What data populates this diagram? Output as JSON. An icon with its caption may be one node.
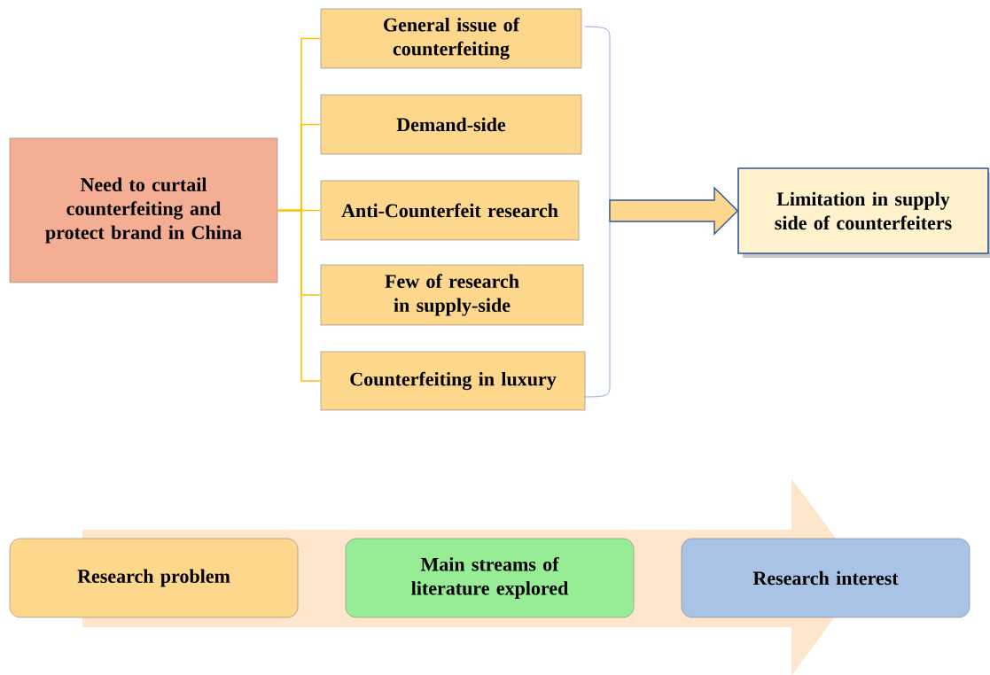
{
  "diagram": {
    "nodes": [
      {
        "text": [
          "Need to curtail counterfeiting and protect brand in China"
        ]
      },
      {
        "text": [
          "General issue of counterfeiting"
        ]
      },
      {
        "text": [
          "Demand-side"
        ]
      },
      {
        "text": [
          "Anti-Counterfeit research"
        ]
      },
      {
        "text": [
          "Few of research in supply-side"
        ]
      },
      {
        "text": [
          "Counterfeiting in luxury"
        ]
      },
      {
        "text": [
          "Limitation in supply side of counterfeiters"
        ]
      },
      {
        "text": [
          "Research problem"
        ]
      },
      {
        "text": [
          "Main streams of literature explored"
        ]
      },
      {
        "text": [
          "Research interest"
        ]
      }
    ],
    "edges": [
      {
        "from": 0,
        "to": 1,
        "arrow": "none"
      },
      {
        "from": 0,
        "to": 2,
        "arrow": "none"
      },
      {
        "from": 0,
        "to": 3,
        "arrow": "none"
      },
      {
        "from": 0,
        "to": 4,
        "arrow": "none"
      },
      {
        "from": 0,
        "to": 5,
        "arrow": "none"
      },
      {
        "from": null,
        "to": 6,
        "arrow": "to",
        "style": "thick"
      }
    ]
  }
}
